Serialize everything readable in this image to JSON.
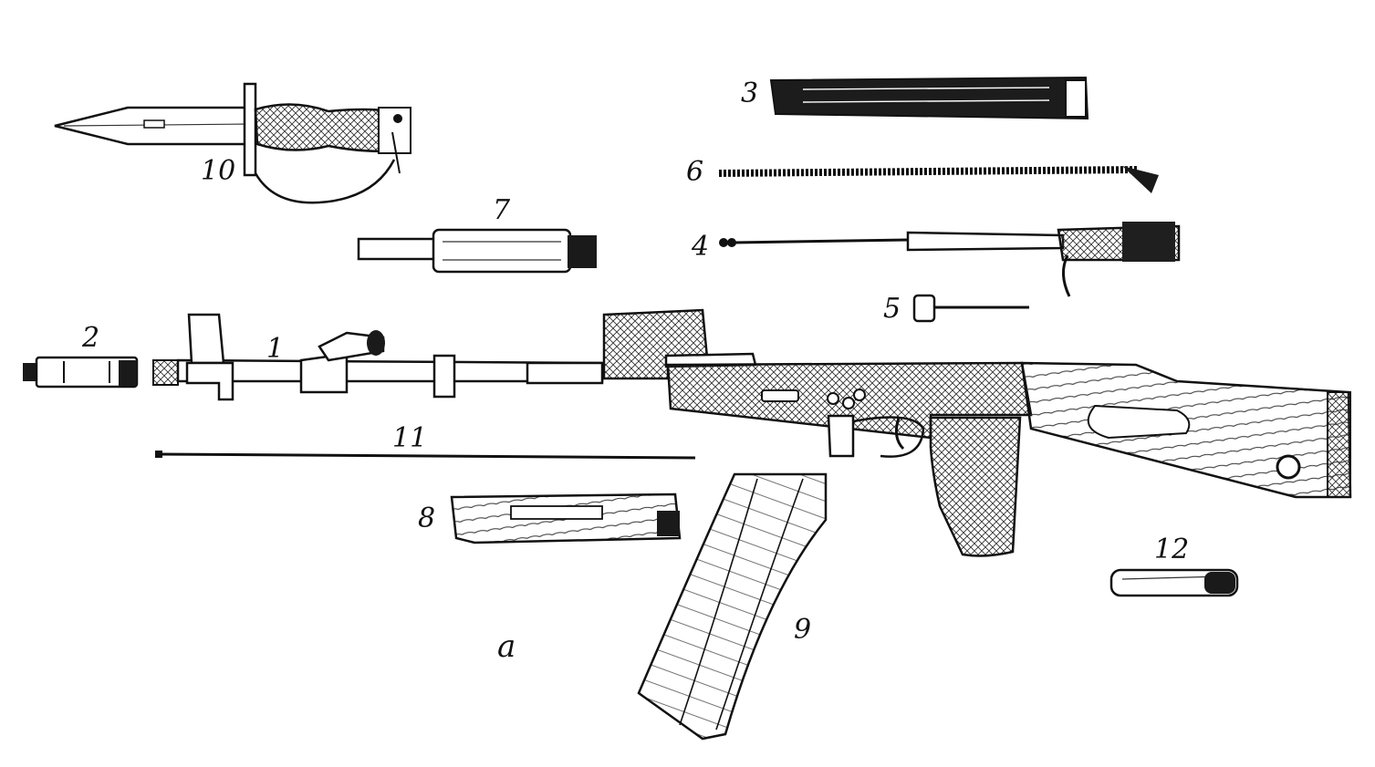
{
  "colors": {
    "ink": "#111111",
    "paper": "#ffffff"
  },
  "labels": {
    "p1": "1",
    "p2": "2",
    "p3": "3",
    "p4": "4",
    "p5": "5",
    "p6": "6",
    "p7": "7",
    "p8": "8",
    "p9": "9",
    "p10": "10",
    "p11": "11",
    "p12": "12",
    "sub": "a"
  }
}
